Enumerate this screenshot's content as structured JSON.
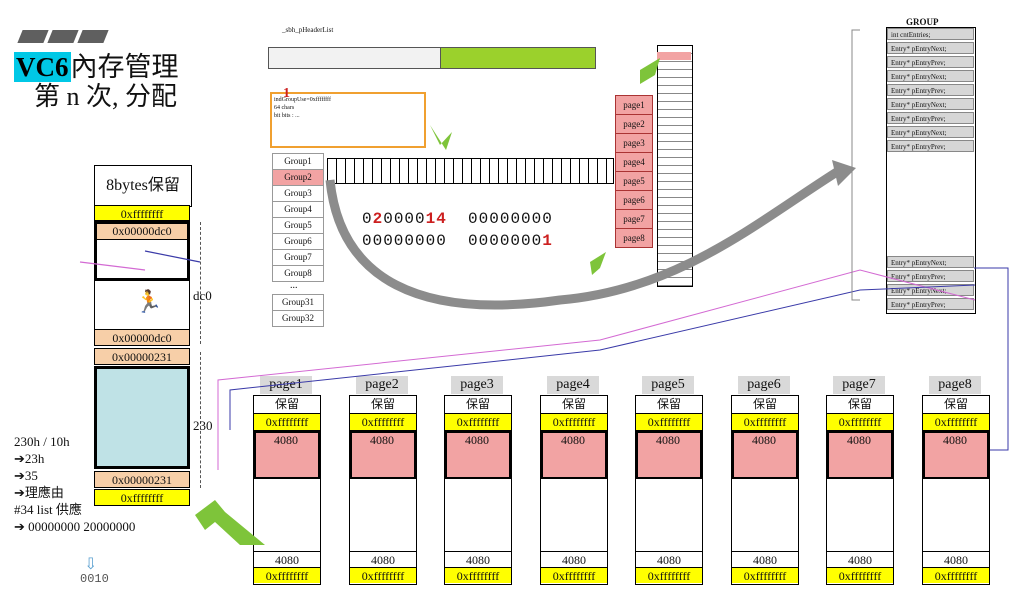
{
  "title": {
    "vc6": "VC6",
    "line1_rest": "內存管理",
    "line2": "第 n 次, 分配"
  },
  "chunk": {
    "header": "8bytes保留",
    "cells": [
      "0xffffffff",
      "0x00000dc0",
      "0x00000dc0",
      "0x00000231",
      "0x00000231",
      "0xffffffff"
    ],
    "dim_top": "dc0",
    "dim_bottom": "230"
  },
  "notes": [
    "230h / 10h",
    "➔23h",
    "➔35",
    "➔理應由",
    "#34 list 供應",
    "➔ 00000000 20000000"
  ],
  "notes_bit": "0010",
  "top_struct": {
    "label": "_sbh_pHeaderList",
    "region_label": "1",
    "region_line1": "indGroupUse=0xffffffff",
    "region_line2": "64 chars",
    "region_line3": "bit bits : ..."
  },
  "groups": [
    "Group1",
    "Group2",
    "Group3",
    "Group4",
    "Group5",
    "Group6",
    "Group7",
    "Group8",
    "...",
    "Group31",
    "Group32"
  ],
  "bits": {
    "row1_a": "0",
    "row1_b": "2",
    "row1_c": "0000",
    "row1_d": "14",
    "row1_e": "00000000",
    "row2_a": "00000000",
    "row2_b": "0000000",
    "row2_c": "1"
  },
  "pages_right": [
    "page1",
    "page2",
    "page3",
    "page4",
    "page5",
    "page6",
    "page7",
    "page8"
  ],
  "group_panel": {
    "title": "GROUP",
    "first": "int cntEntries;",
    "entries": [
      "Entry* pEntryNext;",
      "Entry* pEntryPrev;",
      "Entry* pEntryNext;",
      "Entry* pEntryPrev;",
      "Entry* pEntryNext;",
      "Entry* pEntryPrev;",
      "Entry* pEntryNext;",
      "Entry* pEntryPrev;"
    ],
    "bottom_entries": [
      "Entry* pEntryNext;",
      "Entry* pEntryPrev;",
      "Entry* pEntryNext;",
      "Entry* pEntryPrev;"
    ]
  },
  "pages": [
    {
      "name": "page1",
      "reserve": "保留",
      "top": "0xffffffff",
      "size": "4080",
      "bottom_size": "4080",
      "bottom": "0xffffffff"
    },
    {
      "name": "page2",
      "reserve": "保留",
      "top": "0xffffffff",
      "size": "4080",
      "bottom_size": "4080",
      "bottom": "0xffffffff"
    },
    {
      "name": "page3",
      "reserve": "保留",
      "top": "0xffffffff",
      "size": "4080",
      "bottom_size": "4080",
      "bottom": "0xffffffff"
    },
    {
      "name": "page4",
      "reserve": "保留",
      "top": "0xffffffff",
      "size": "4080",
      "bottom_size": "4080",
      "bottom": "0xffffffff"
    },
    {
      "name": "page5",
      "reserve": "保留",
      "top": "0xffffffff",
      "size": "4080",
      "bottom_size": "4080",
      "bottom": "0xffffffff"
    },
    {
      "name": "page6",
      "reserve": "保留",
      "top": "0xffffffff",
      "size": "4080",
      "bottom_size": "4080",
      "bottom": "0xffffffff"
    },
    {
      "name": "page7",
      "reserve": "保留",
      "top": "0xffffffff",
      "size": "4080",
      "bottom_size": "4080",
      "bottom": "0xffffffff"
    },
    {
      "name": "page8",
      "reserve": "保留",
      "top": "0xffffffff",
      "size": "4080",
      "bottom_size": "4080",
      "bottom": "0xffffffff"
    }
  ],
  "colors": {
    "yellow": "#ffff00",
    "peach": "#f7cfa8",
    "pink": "#f2a3a3",
    "cyan": "#bfe2e6",
    "green": "#9bd12c",
    "arrow_gray": "#8c8c8c",
    "title_bg": "#00c8e6"
  }
}
